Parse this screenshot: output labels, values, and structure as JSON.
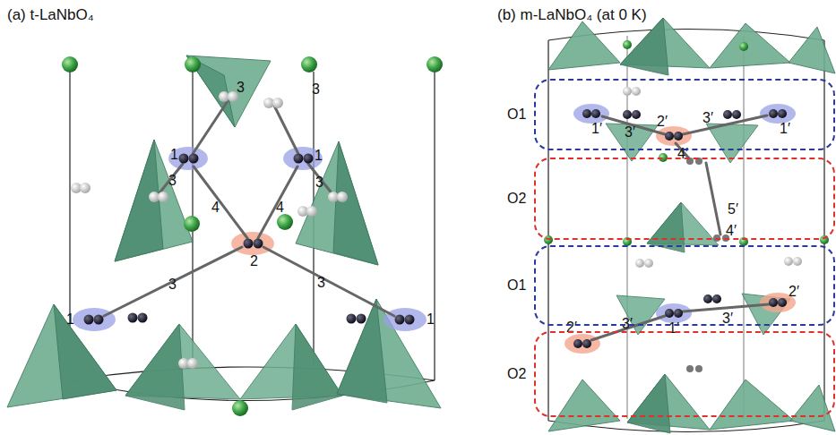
{
  "diagram": {
    "nodes": [
      {
        "text": [
          "O1"
        ]
      },
      {
        "text": [
          "O2"
        ]
      },
      {
        "text": [
          "O1"
        ]
      },
      {
        "text": [
          "O2"
        ]
      }
    ],
    "labels": [
      "(a) t-LaNbO₄",
      "(b) m-LaNbO₄ (at 0 K)",
      "3",
      "3",
      "1",
      "1",
      "3",
      "3",
      "4",
      "4",
      "2",
      "3",
      "3",
      "1",
      "1",
      "1′",
      "3′",
      "2′",
      "3′",
      "1′",
      "4′",
      "5′",
      "4′",
      "2′",
      "3′",
      "1′",
      "3′",
      "2′"
    ]
  }
}
